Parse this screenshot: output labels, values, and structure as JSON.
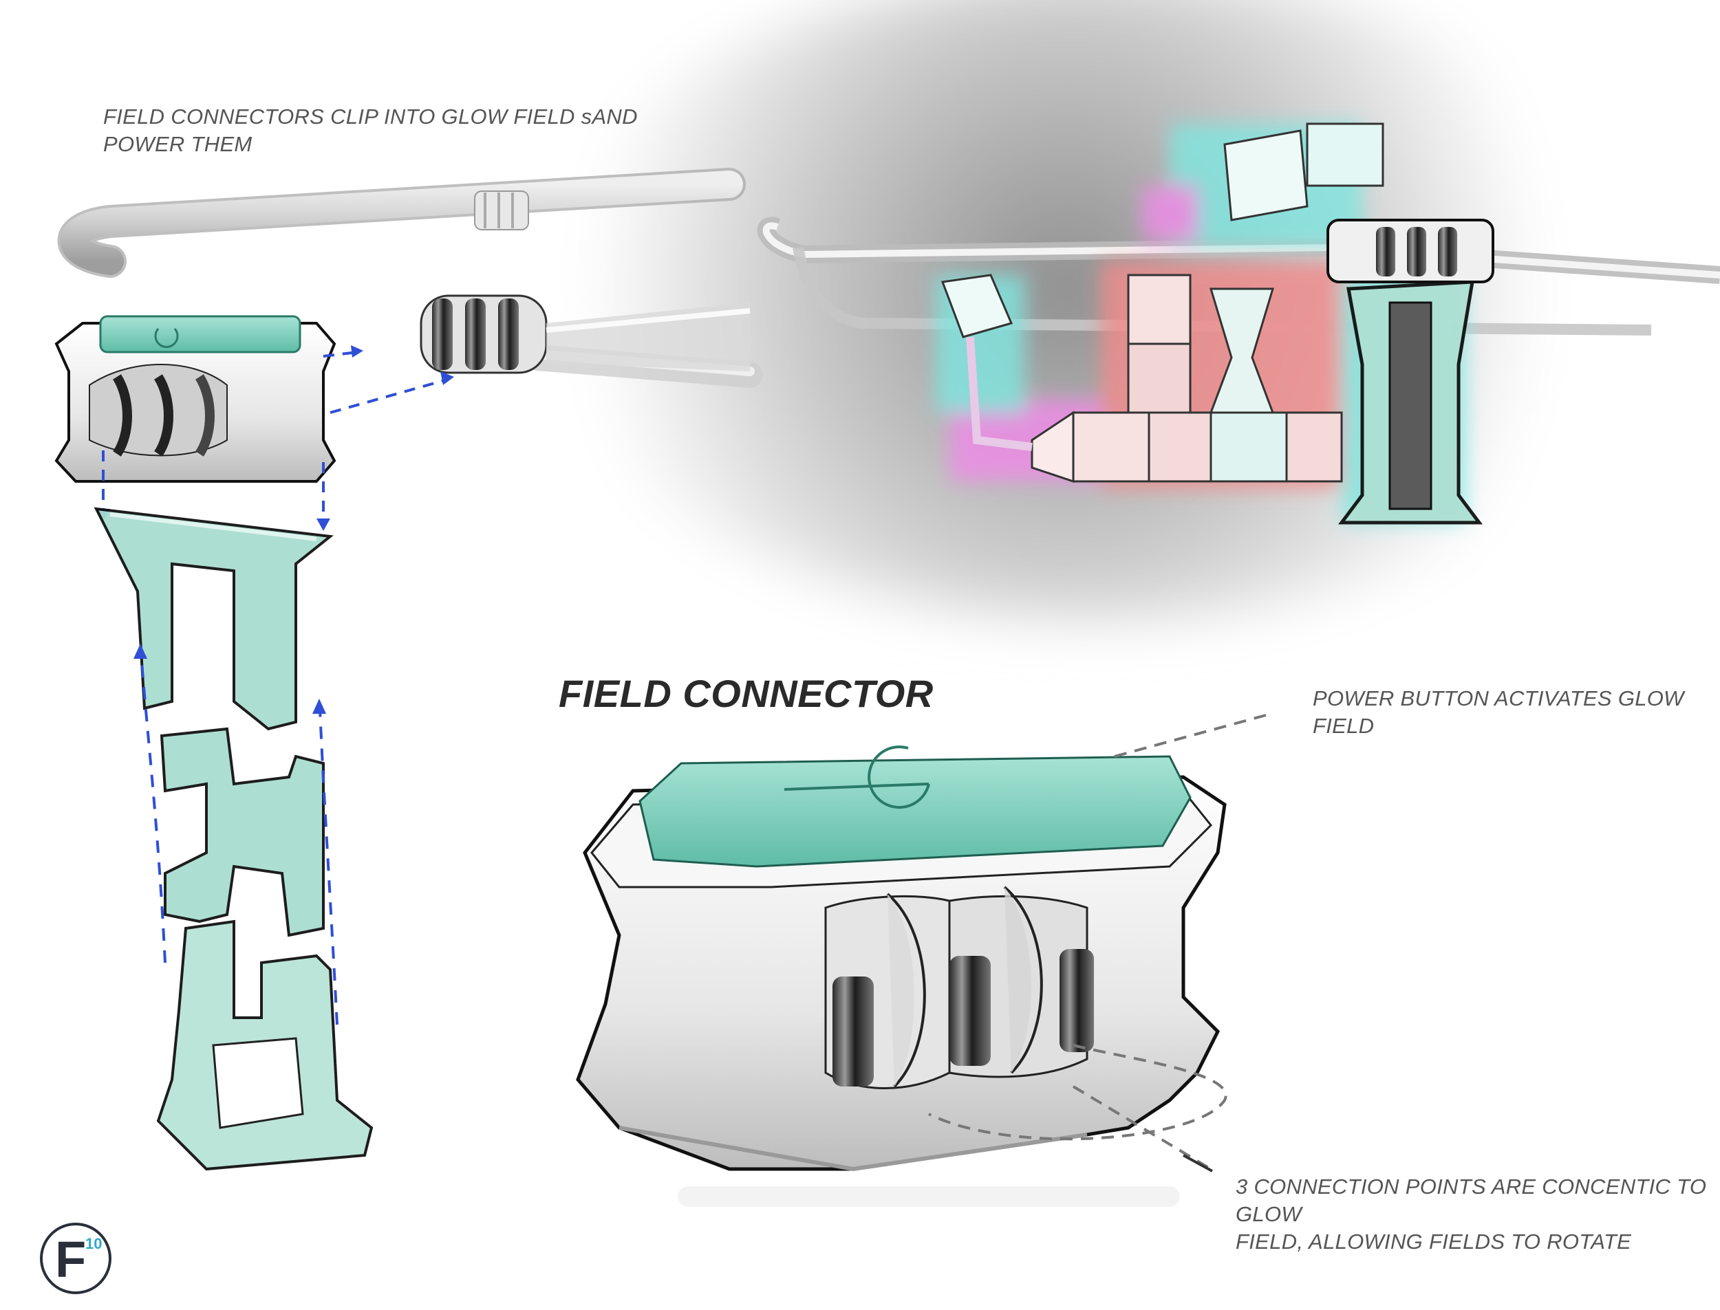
{
  "title": "FIELD CONNECTOR",
  "notes": {
    "clip": "FIELD CONNECTORS CLIP INTO GLOW FIELD sAND POWER THEM",
    "clip_line1": "FIELD CONNECTORS CLIP INTO GLOW FIELD sAND",
    "clip_line2": "POWER THEM",
    "power": "POWER BUTTON ACTIVATES GLOW FIELD",
    "connection_line1": "3 CONNECTION POINTS ARE CONCENTIC TO GLOW",
    "connection_line2": "FIELD, ALLOWING FIELDS TO ROTATE"
  },
  "logo": {
    "letter": "F",
    "superscript": "10"
  },
  "colors": {
    "teal": "#8fd6c6",
    "teal_dark": "#3aa48d",
    "arrow_blue": "#2f4fd6",
    "glow_cyan": "#7fe6e0",
    "glow_pink": "#f08ae8",
    "glow_red": "#f28a8a",
    "ink": "#1f1f1f"
  }
}
